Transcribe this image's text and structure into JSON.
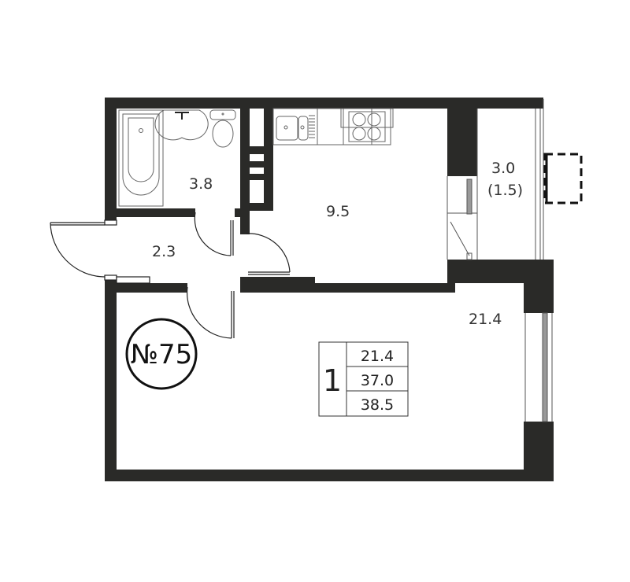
{
  "plan": {
    "apartment_number_label": "№75",
    "wall_color": "#2a2a28",
    "rooms": [
      {
        "id": "bathroom",
        "area": "3.8"
      },
      {
        "id": "kitchen",
        "area": "9.5"
      },
      {
        "id": "hallway",
        "area": "2.3"
      },
      {
        "id": "living-room",
        "area": "21.4"
      },
      {
        "id": "balcony",
        "area": "3.0",
        "area_reduced": "(1.5)"
      }
    ],
    "summary_table": {
      "rooms_count": "1",
      "living_area": "21.4",
      "total_area": "37.0",
      "total_area_with_balcony": "38.5"
    }
  }
}
